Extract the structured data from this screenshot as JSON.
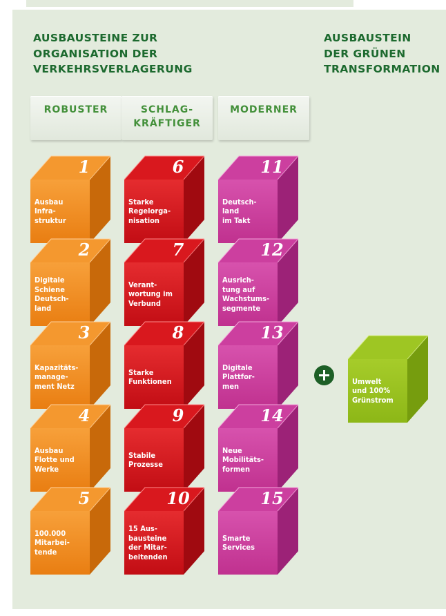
{
  "headings": {
    "left": "AUSBAUSTEINE ZUR\nORGANISATION DER\nVERKEHRSVERLAGERUNG",
    "right": "AUSBAUSTEIN\nDER GRÜNEN\nTRANSFORMATION"
  },
  "columns": [
    {
      "label": "ROBUSTER"
    },
    {
      "label": "SCHLAG-\nKRÄFTIGER"
    },
    {
      "label": "MODERNER"
    }
  ],
  "colors": {
    "heading_green": "#1d6a2f",
    "column_label_green": "#43903a",
    "panel_bg": "#e3ebdd",
    "orange": "#f08a1c",
    "red": "#d0121a",
    "magenta": "#cb3e9e",
    "lime": "#9ac21e",
    "plus_green": "#1d5f26"
  },
  "cubes": [
    {
      "number": "1",
      "label": "Ausbau\nInfra-\nstruktur",
      "color": "orange"
    },
    {
      "number": "2",
      "label": "Digitale\nSchiene\nDeutsch-\nland",
      "color": "orange"
    },
    {
      "number": "3",
      "label": "Kapazitäts-\nmanage-\nment Netz",
      "color": "orange"
    },
    {
      "number": "4",
      "label": "Ausbau\nFlotte und\nWerke",
      "color": "orange"
    },
    {
      "number": "5",
      "label": "100.000\nMitarbei-\ntende",
      "color": "orange"
    },
    {
      "number": "6",
      "label": "Starke\nRegelorga-\nnisation",
      "color": "red"
    },
    {
      "number": "7",
      "label": "Verant-\nwortung im\nVerbund",
      "color": "red"
    },
    {
      "number": "8",
      "label": "Starke\nFunktionen",
      "color": "red"
    },
    {
      "number": "9",
      "label": "Stabile\nProzesse",
      "color": "red"
    },
    {
      "number": "10",
      "label": "15 Aus-\nbausteine\nder Mitar-\nbeitenden",
      "color": "red"
    },
    {
      "number": "11",
      "label": "Deutsch-\nland\nim Takt",
      "color": "magenta"
    },
    {
      "number": "12",
      "label": "Ausrich-\ntung auf\nWachstums-\nsegmente",
      "color": "magenta"
    },
    {
      "number": "13",
      "label": "Digitale\nPlattfor-\nmen",
      "color": "magenta"
    },
    {
      "number": "14",
      "label": "Neue\nMobilitäts-\nformen",
      "color": "magenta"
    },
    {
      "number": "15",
      "label": "Smarte\nServices",
      "color": "magenta"
    }
  ],
  "green_cube": {
    "number": "",
    "label": "Umwelt\nund 100%\nGrünstrom",
    "color": "lime"
  },
  "plus": {
    "icon": "plus-icon"
  }
}
